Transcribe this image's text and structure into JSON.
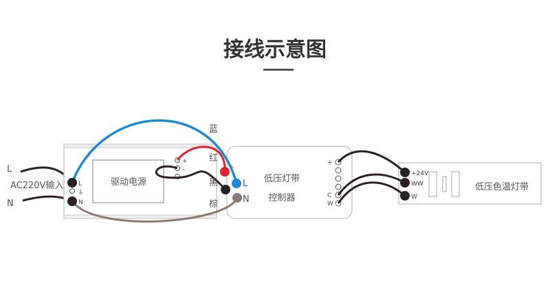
{
  "title": "接线示意图",
  "mains": {
    "l_label": "L",
    "n_label": "N",
    "input_label": "AC220V输入"
  },
  "psu": {
    "name": "驱动电源",
    "terminal_l": "L",
    "terminal_n": "N",
    "terminal_earth": "⏚",
    "out_plus": "+",
    "out_minus1": "-",
    "out_minus2": "-"
  },
  "wire_labels": {
    "blue": "蓝",
    "red": "红",
    "black": "黑",
    "brown": "棕"
  },
  "controller": {
    "name_line1": "低压灯带",
    "name_line2": "控制器",
    "in_plus": "+",
    "in_minus": "-",
    "in_l": "L",
    "in_n": "N",
    "out_plus": "+",
    "out_c": "C",
    "out_w": "W"
  },
  "strip": {
    "name": "低压色温灯带",
    "pin_24v": "+24V",
    "pin_ww": "WW",
    "pin_w": "W"
  },
  "colors": {
    "blue": "#1a8ad4",
    "red": "#e0202a",
    "black": "#2a2222",
    "brown": "#8a7b72"
  }
}
